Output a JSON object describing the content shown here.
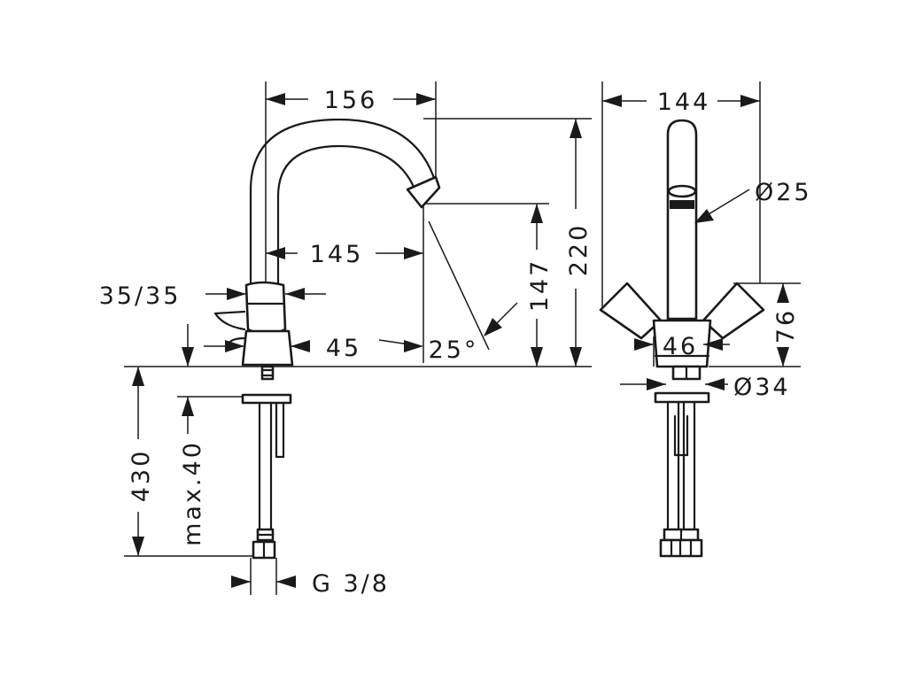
{
  "drawing": {
    "front_view": {
      "spout_reach": "156",
      "spout_to_base": "145",
      "handle_size": "35/35",
      "body_width": "45",
      "spout_clearance": "147",
      "total_height": "220",
      "spout_angle": "25°",
      "shank_length": "430",
      "deck_thickness": "max.40",
      "connection_thread": "G 3/8"
    },
    "side_view": {
      "handle_span": "144",
      "spout_diameter": "Ø25",
      "handle_height": "76",
      "base_width": "46",
      "base_diameter": "Ø34"
    }
  }
}
